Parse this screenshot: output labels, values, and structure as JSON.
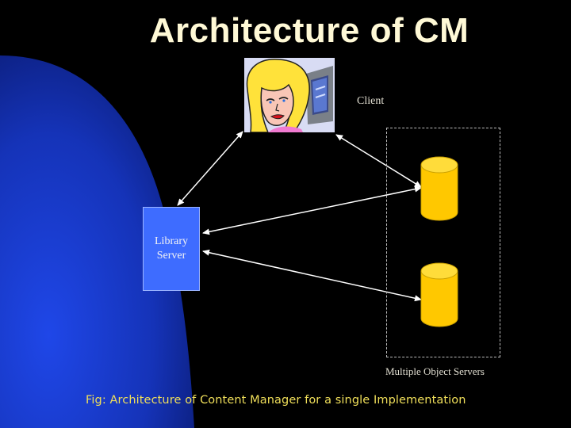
{
  "title": "Architecture of CM",
  "nodes": {
    "client": {
      "label": "Client",
      "icon": "woman-at-computer-icon"
    },
    "library_server": {
      "label_line1": "Library",
      "label_line2": "Server"
    },
    "object_servers": {
      "label": "Multiple Object Servers",
      "count": 2,
      "icon": "database-cylinder-icon"
    }
  },
  "connections": [
    {
      "from": "client",
      "to": "library_server",
      "type": "bidirectional-arrow"
    },
    {
      "from": "client",
      "to": "object_server_1",
      "type": "bidirectional-arrow"
    },
    {
      "from": "library_server",
      "to": "object_server_1",
      "type": "bidirectional-arrow"
    },
    {
      "from": "library_server",
      "to": "object_server_2",
      "type": "bidirectional-arrow"
    }
  ],
  "caption": "Fig: Architecture of Content Manager for a single Implementation",
  "colors": {
    "background": "#000000",
    "accent_blue": "#1a3cd6",
    "server_box": "#3e6cff",
    "title": "#fff9d6",
    "caption": "#f0df5a",
    "database": "#ffcc00"
  }
}
